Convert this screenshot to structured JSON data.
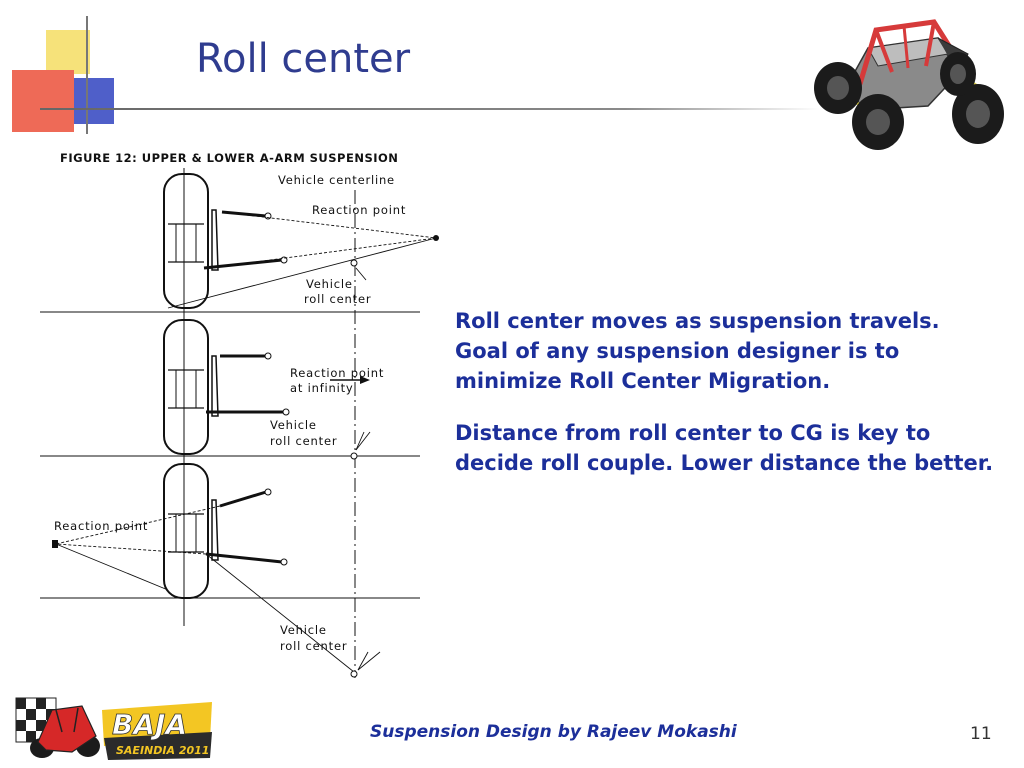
{
  "slide": {
    "title": "Roll center",
    "figure": {
      "caption": "FIGURE 12: UPPER & LOWER A-ARM SUSPENSION",
      "labels": {
        "vehicle_centerline": "Vehicle centerline",
        "reaction_point": "Reaction point",
        "vehicle": "Vehicle",
        "roll_center": "roll center",
        "reaction_point_2": "Reaction point",
        "at_infinity": "at infinity",
        "vehicle_2": "Vehicle",
        "roll_center_2": "roll center",
        "reaction_point_3": "Reaction point",
        "vehicle_3": "Vehicle",
        "roll_center_3": "roll center"
      }
    },
    "body": {
      "paragraph_1": "Roll center moves as suspension travels. Goal of any suspension designer is to minimize Roll Center Migration.",
      "paragraph_2": "Distance from roll center to CG is key to decide roll couple. Lower distance the better."
    },
    "logo": {
      "text": "BAJA",
      "subtext": "SAEINDIA 2011"
    },
    "footer": {
      "text": "Suspension Design by Rajeev Mokashi",
      "page_number": "11"
    },
    "colors": {
      "title": "#2f3c8f",
      "body_text": "#1c2f9a",
      "accent_red": "#ee6a57",
      "accent_yellow": "#f6e27a",
      "accent_blue": "#4f5fc9"
    }
  }
}
